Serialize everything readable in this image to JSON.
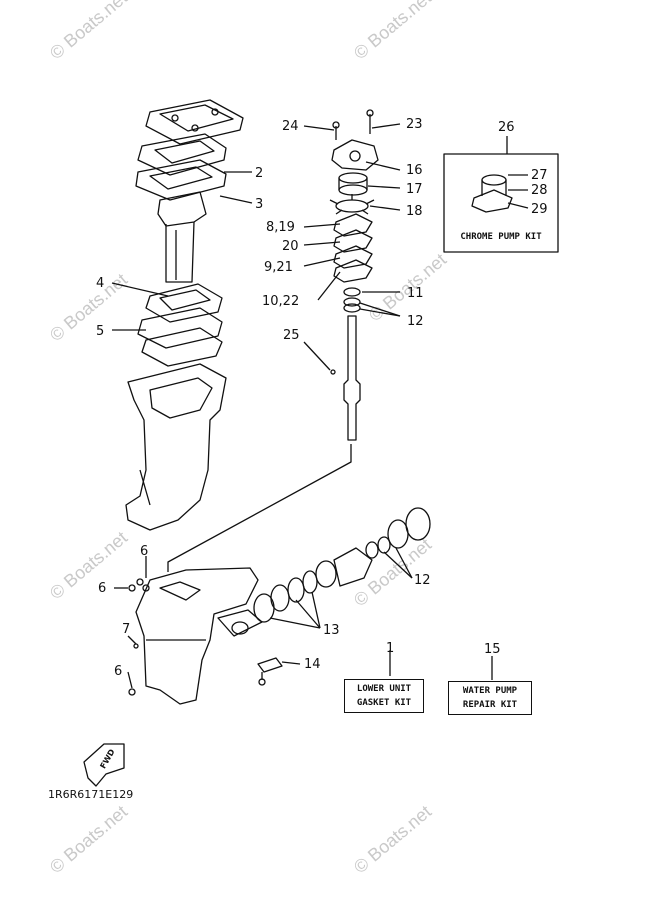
{
  "watermark": "© Boats.net",
  "diagram_code": "1R6R6171E129",
  "fwd_label": "FWD",
  "callouts": {
    "c2": "2",
    "c3": "3",
    "c4": "4",
    "c5": "5",
    "c6a": "6",
    "c6b": "6",
    "c6c": "6",
    "c7": "7",
    "c8_19": "8,19",
    "c9_21": "9,21",
    "c10_22": "10,22",
    "c11": "11",
    "c12a": "12",
    "c12b": "12",
    "c13": "13",
    "c14": "14",
    "c16": "16",
    "c17": "17",
    "c18": "18",
    "c20": "20",
    "c23": "23",
    "c24": "24",
    "c25": "25",
    "c26": "26",
    "c27": "27",
    "c28": "28",
    "c29": "29",
    "c1": "1",
    "c15": "15"
  },
  "kits": {
    "chrome_pump": "CHROME PUMP KIT",
    "lower_unit_line1": "LOWER UNIT",
    "lower_unit_line2": "GASKET KIT",
    "water_pump_line1": "WATER PUMP",
    "water_pump_line2": "REPAIR KIT"
  }
}
